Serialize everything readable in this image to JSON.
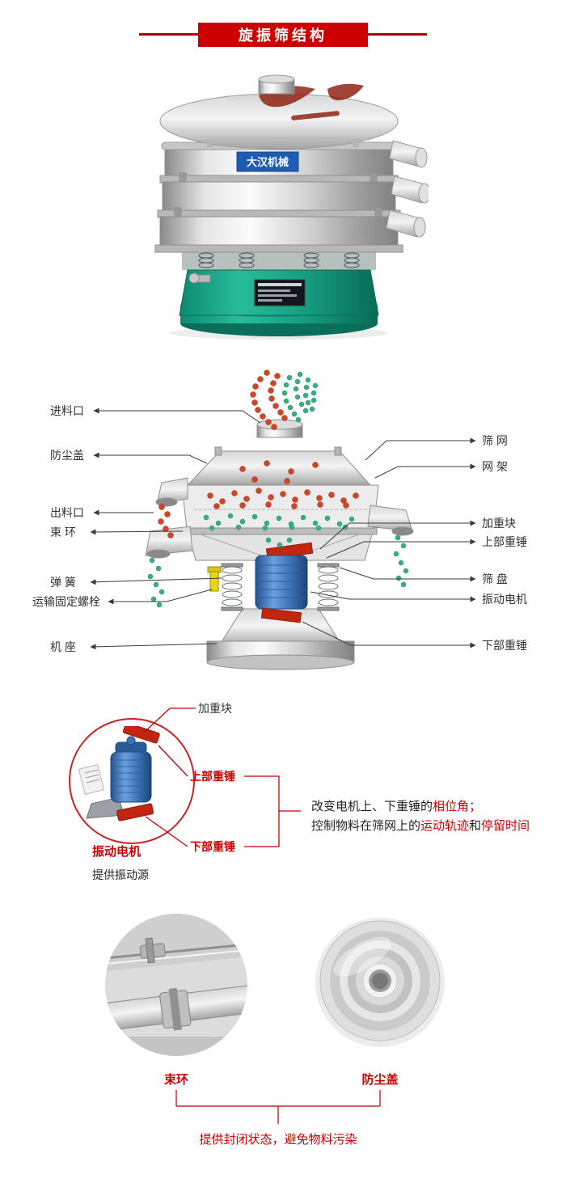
{
  "header": {
    "title": "旋振筛结构"
  },
  "photo": {
    "brand_label": "大汉机械"
  },
  "structure_diagram": {
    "left_labels": [
      "进料口",
      "防尘盖",
      "出料口",
      "束 环",
      "弹 簧",
      "运输固定螺栓",
      "机 座"
    ],
    "right_labels": [
      "筛 网",
      "网 架",
      "加重块",
      "上部重锤",
      "筛 盘",
      "振动电机",
      "下部重锤"
    ]
  },
  "motor_detail": {
    "weight_block": "加重块",
    "upper_hammer": "上部重锤",
    "lower_hammer": "下部重锤",
    "motor_name": "振动电机",
    "motor_caption": "提供振动源",
    "desc_line1_black": "改变电机上、下重锤的",
    "desc_line1_red": "相位角；",
    "desc_line2_black1": "控制物料在筛网上的",
    "desc_line2_red1": "运动轨迹",
    "desc_line2_black2": "和",
    "desc_line2_red2": "停留时间"
  },
  "closeups": {
    "left_label": "束环",
    "right_label": "防尘盖",
    "caption": "提供封闭状态，避免物料污染"
  },
  "colors": {
    "accent_red": "#cc0000",
    "line_red": "#b00000",
    "machine_teal": "#14a085",
    "motor_blue": "#3e76b8",
    "particle_red": "#cf4526",
    "particle_green": "#35b07e"
  }
}
